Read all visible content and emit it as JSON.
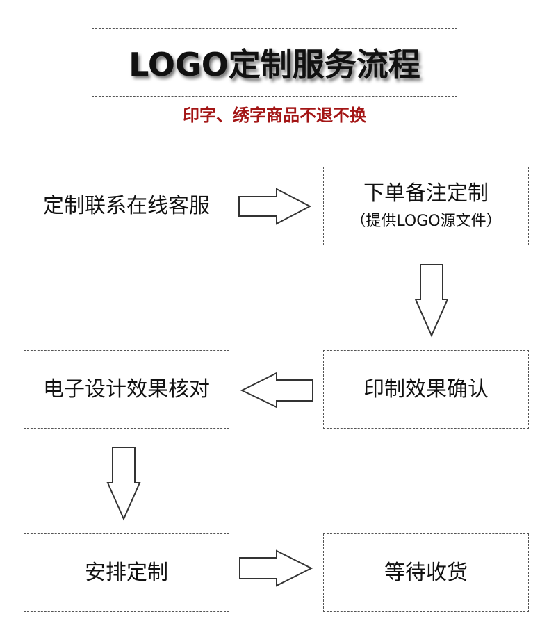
{
  "title": "LOGO定制服务流程",
  "subtitle": "印字、绣字商品不退不换",
  "colors": {
    "subtitle": "#a31515",
    "border": "#555555",
    "text": "#111111"
  },
  "steps": [
    {
      "label": "定制联系在线客服",
      "sub": ""
    },
    {
      "label": "下单备注定制",
      "sub": "（提供LOGO源文件）"
    },
    {
      "label": "印制效果确认",
      "sub": ""
    },
    {
      "label": "电子设计效果核对",
      "sub": ""
    },
    {
      "label": "安排定制",
      "sub": ""
    },
    {
      "label": "等待收货",
      "sub": ""
    }
  ]
}
